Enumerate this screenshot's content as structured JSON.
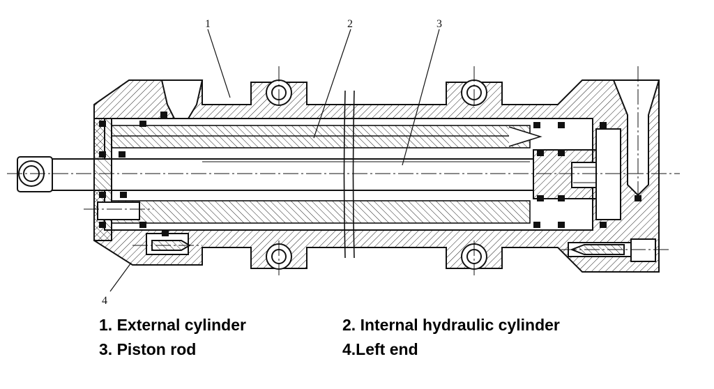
{
  "callouts": [
    "1",
    "2",
    "3",
    "4"
  ],
  "legend": [
    "1. External cylinder",
    "2. Internal hydraulic cylinder",
    "3. Piston rod",
    "4.Left end"
  ]
}
